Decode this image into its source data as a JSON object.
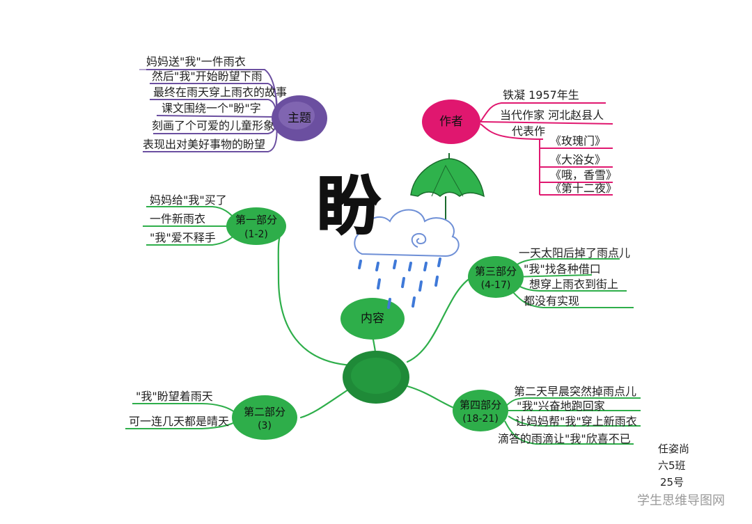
{
  "colors": {
    "purple": "#6b4fa0",
    "pink": "#e0176f",
    "green": "#2eae4a",
    "green_dark": "#1f8a38",
    "umbrella": "#2fb24c",
    "cloud": "#6e8fd6",
    "rain": "#3f79d8"
  },
  "title_char": "盼",
  "theme": {
    "label": "主题",
    "lines": [
      "妈妈送\"我\"一件雨衣",
      "然后\"我\"开始盼望下雨",
      "最终在雨天穿上雨衣的故事",
      "课文围绕一个\"盼\"字",
      "刻画了个可爱的儿童形象",
      "表现出对美好事物的盼望"
    ]
  },
  "author": {
    "label": "作者",
    "lines": [
      "铁凝  1957年生",
      "当代作家  河北赵县人",
      "代表作"
    ],
    "works": [
      "《玫瑰门》",
      "《大浴女》",
      "《哦，香雪》",
      "《第十二夜》"
    ]
  },
  "content": {
    "label": "内容"
  },
  "part1": {
    "label": "第一部分",
    "range": "(1-2)",
    "lines": [
      "妈妈给\"我\"买了",
      "一件新雨衣",
      "\"我\"爱不释手"
    ]
  },
  "part2": {
    "label": "第二部分",
    "range": "(3)",
    "lines": [
      "\"我\"盼望着雨天",
      "可一连几天都是晴天"
    ]
  },
  "part3": {
    "label": "第三部分",
    "range": "(4-17)",
    "lines": [
      "一天太阳后掉了雨点儿",
      "\"我\"找各种借口",
      "想穿上雨衣到街上",
      "都没有实现"
    ]
  },
  "part4": {
    "label": "第四部分",
    "range": "(18-21)",
    "lines": [
      "第二天早晨突然掉雨点儿",
      "\"我\"兴奋地跑回家",
      "让妈妈帮\"我\"穿上新雨衣",
      "滴答的雨滴让\"我\"欣喜不已"
    ]
  },
  "signature": [
    "任姿尚",
    "六5班",
    "25号"
  ],
  "watermark": "学生思维导图网"
}
